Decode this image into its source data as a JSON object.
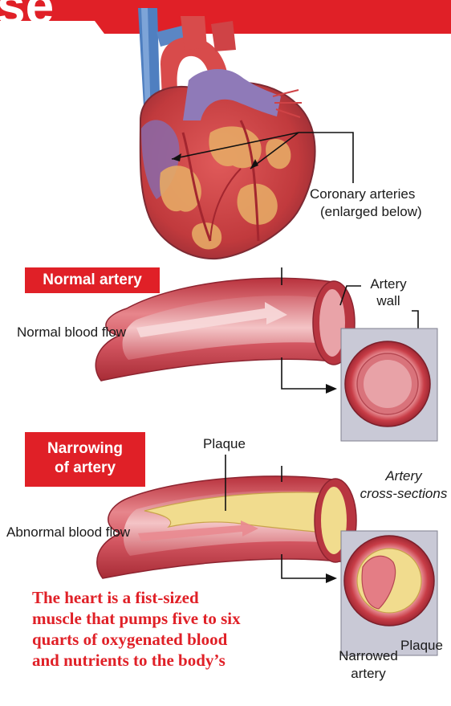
{
  "banner": {
    "text": "se",
    "color": "#e02027"
  },
  "heart": {
    "label_line1": "Coronary arteries",
    "label_line2": "(enlarged below)"
  },
  "normal": {
    "badge": "Normal artery",
    "flow_label": "Normal blood flow",
    "wall_label_line1": "Artery",
    "wall_label_line2": "wall"
  },
  "narrowing": {
    "badge_line1": "Narrowing",
    "badge_line2": "of artery",
    "plaque_label": "Plaque",
    "flow_label": "Abnormal blood flow",
    "cross_label_line1": "Artery",
    "cross_label_line2": "cross-sections",
    "cross_plaque_label": "Plaque",
    "narrowed_line1": "Narrowed",
    "narrowed_line2": "artery"
  },
  "caption": {
    "lines": [
      "The heart is a fist-sized",
      "muscle that pumps five to six",
      "quarts of oxygenated blood",
      "and nutrients to the body’s"
    ]
  },
  "colors": {
    "accent_red": "#e02027",
    "artery_red": "#c8434c",
    "plaque_yellow": "#f1dc8e",
    "panel_gray": "#c9c9d6",
    "vein_blue": "#4f7fc0"
  }
}
